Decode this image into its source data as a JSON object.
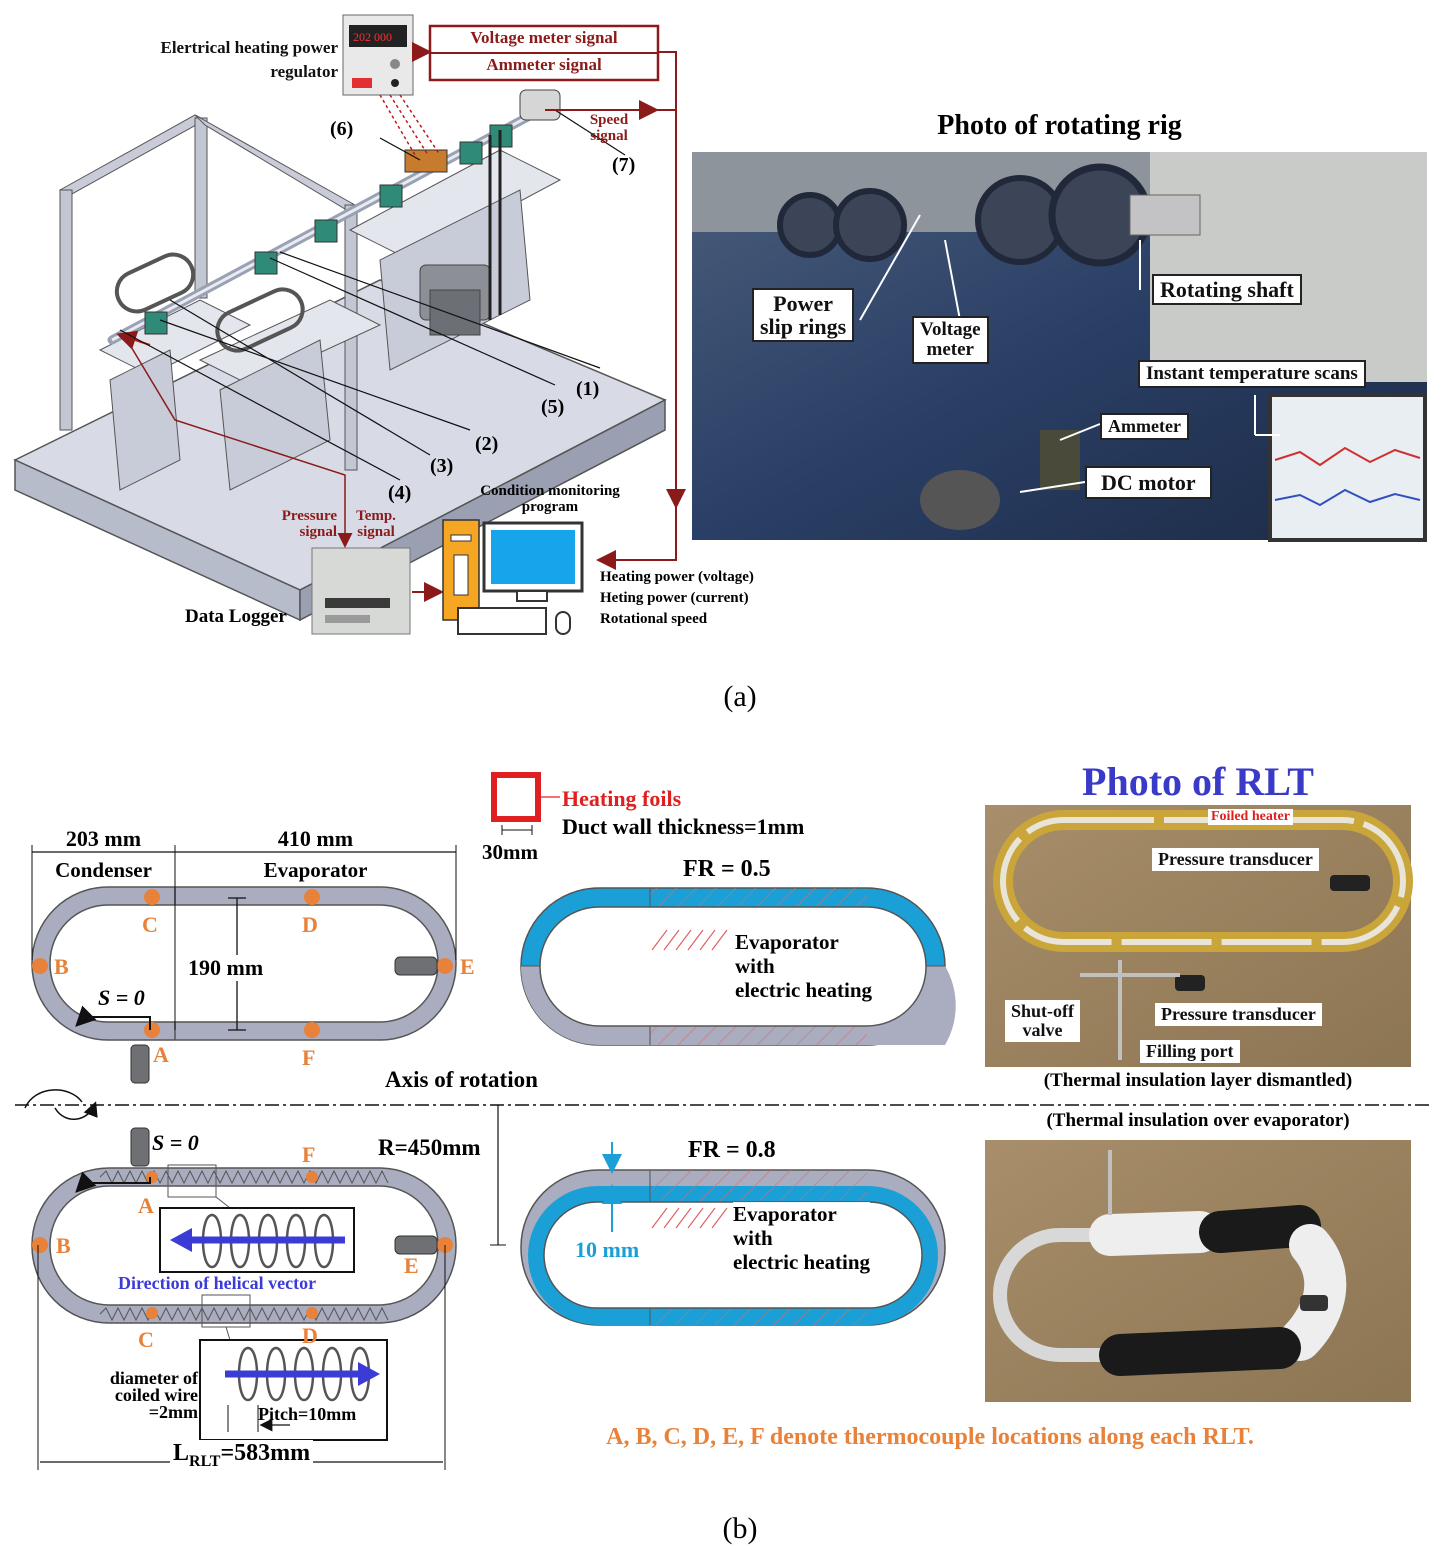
{
  "panel_a": {
    "caption": "(a)",
    "regulator_label_1": "Elertrical heating power",
    "regulator_label_2": "regulator",
    "voltage_signal": "Voltage meter signal",
    "ammeter_signal": "Ammeter signal",
    "speed_signal_1": "Speed",
    "speed_signal_2": "signal",
    "part_1": "(1)",
    "part_2": "(2)",
    "part_3": "(3)",
    "part_4": "(4)",
    "part_5": "(5)",
    "part_6": "(6)",
    "part_7": "(7)",
    "pressure_signal_1": "Pressure",
    "pressure_signal_2": "signal",
    "temp_signal_1": "Temp.",
    "temp_signal_2": "signal",
    "monitoring_1": "Condition monitoring",
    "monitoring_2": "program",
    "data_logger": "Data Logger",
    "out_1": "Heating power (voltage)",
    "out_2": "Heting power (current)",
    "out_3": "Rotational speed",
    "photo_title": "Photo of rotating rig",
    "photo_power_1": "Power",
    "photo_power_2": "slip rings",
    "photo_voltage_1": "Voltage",
    "photo_voltage_2": "meter",
    "photo_shaft": "Rotating shaft",
    "photo_scans": "Instant temperature scans",
    "photo_ammeter": "Ammeter",
    "photo_motor": "DC motor"
  },
  "panel_b": {
    "caption": "(b)",
    "dim_203": "203 mm",
    "dim_410": "410 mm",
    "condenser": "Condenser",
    "evaporator": "Evaporator",
    "dim_190": "190 mm",
    "s0": "S = 0",
    "pt_A": "A",
    "pt_B": "B",
    "pt_C": "C",
    "pt_D": "D",
    "pt_E": "E",
    "pt_F": "F",
    "heating_foils": "Heating foils",
    "duct_wall": "Duct wall thickness=1mm",
    "dim_30": "30mm",
    "fr_05": "FR = 0.5",
    "fr_08": "FR = 0.8",
    "evap_1": "Evaporator",
    "evap_2": "with",
    "evap_3": "electric heating",
    "axis": "Axis of rotation",
    "radius": "R=450mm",
    "dim_10": "10 mm",
    "helical": "Direction of helical vector",
    "diam_1": "diameter of",
    "diam_2": "coiled wire",
    "diam_3": "=2mm",
    "pitch": "Pitch=10mm",
    "length": "L",
    "length_sub": "RLT",
    "length_val": "=583mm",
    "photo_rlt_title": "Photo of RLT",
    "foiled_heater": "Foiled heater",
    "pressure_transducer": "Pressure transducer",
    "shutoff_1": "Shut-off",
    "shutoff_2": "valve",
    "filling_port": "Filling port",
    "insulation_dismantled": "(Thermal insulation layer dismantled)",
    "insulation_over": "(Thermal insulation over evaporator)",
    "thermocouple_note": "A, B, C, D, E, F denote thermocouple locations along each RLT."
  },
  "colors": {
    "dark_red": "#8b1a1a",
    "orange": "#e8823a",
    "blue_fluid": "#1aa0d6",
    "tube_gray": "#a9adbf",
    "helix_blue": "#3b3bd6",
    "title_blue": "#3a3ac8",
    "red": "#e02020"
  }
}
